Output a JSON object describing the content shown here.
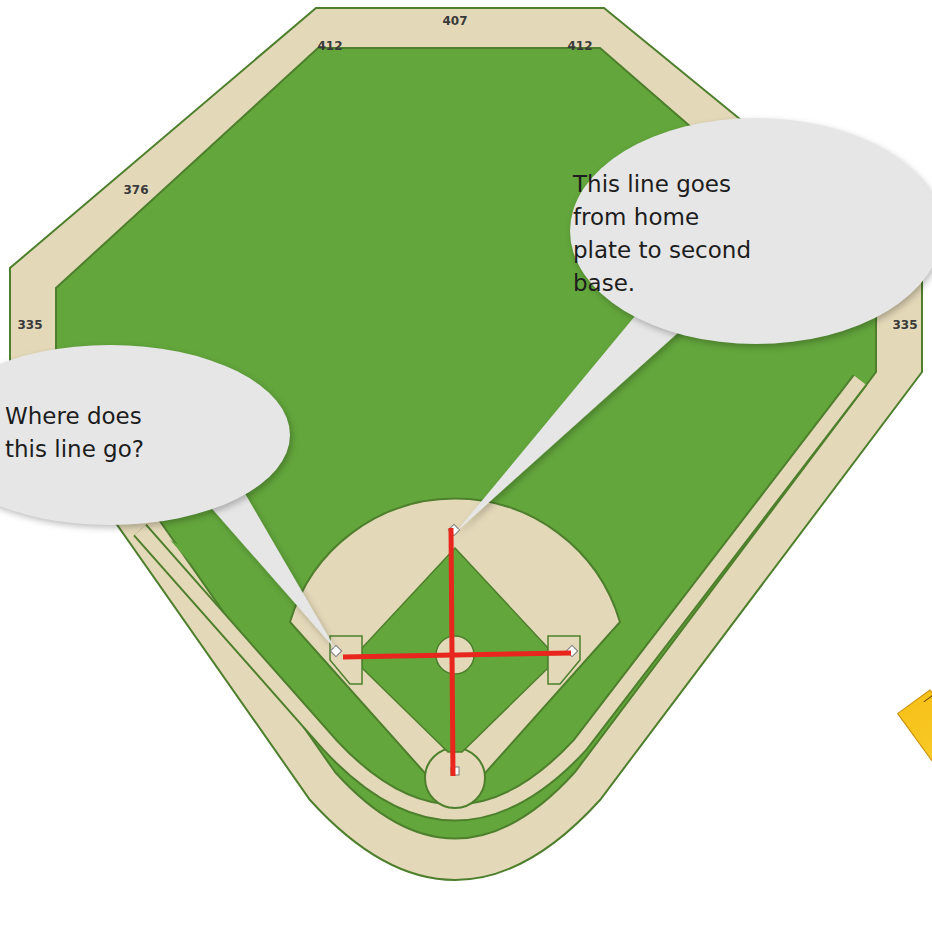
{
  "diagram": {
    "nodes": [
      {
        "text": [
          "This line goes from home plate to second base."
        ]
      },
      {
        "text": [
          "Where does this line go?"
        ]
      }
    ],
    "labels": [
      "407",
      "412",
      "412",
      "376",
      "335",
      "335"
    ]
  }
}
